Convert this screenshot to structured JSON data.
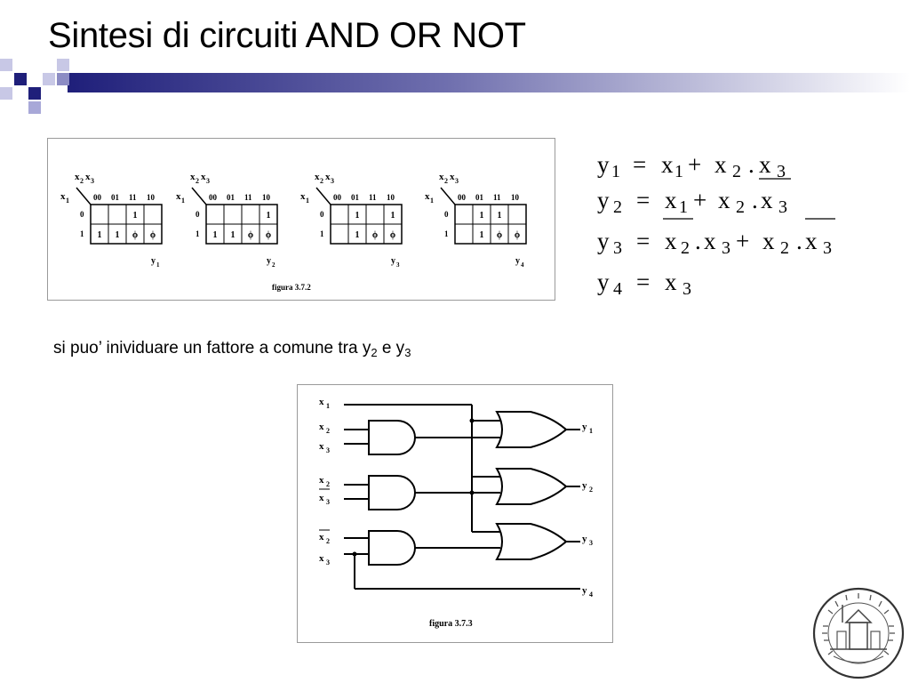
{
  "slide": {
    "title": "Sintesi di circuiti AND OR NOT",
    "sentence": {
      "text": "si puo’ inividuare un fattore a comune tra y",
      "sub1": "2",
      "mid": " e y",
      "sub2": "3"
    }
  },
  "colors": {
    "accent_dark": "#1f1f7a",
    "accent_light": "#a8a8d8",
    "frame_border": "#9a9a9a"
  },
  "kmaps": {
    "caption": "figura 3.7.2",
    "row_var": "x",
    "row_var_sub": "1",
    "col_var_a": "x",
    "col_var_a_sub": "2",
    "col_var_b": "x",
    "col_var_b_sub": "3",
    "col_headers": [
      "00",
      "01",
      "11",
      "10"
    ],
    "row_headers": [
      "0",
      "1"
    ],
    "phi": "ϕ",
    "maps": [
      {
        "out": "y",
        "out_sub": "1",
        "cells": [
          [
            "",
            "",
            "1",
            ""
          ],
          [
            "1",
            "1",
            "ϕ",
            "ϕ"
          ]
        ]
      },
      {
        "out": "y",
        "out_sub": "2",
        "cells": [
          [
            "",
            "",
            "",
            "1"
          ],
          [
            "1",
            "1",
            "ϕ",
            "ϕ"
          ]
        ]
      },
      {
        "out": "y",
        "out_sub": "3",
        "cells": [
          [
            "",
            "1",
            "",
            "1"
          ],
          [
            "",
            "1",
            "ϕ",
            "ϕ"
          ]
        ]
      },
      {
        "out": "y",
        "out_sub": "4",
        "cells": [
          [
            "",
            "1",
            "1",
            ""
          ],
          [
            "",
            "1",
            "ϕ",
            "ϕ"
          ]
        ]
      }
    ]
  },
  "equations": {
    "eq1": {
      "lhs": "y",
      "lhs_sub": "1",
      "eq": "=",
      "t1": "x",
      "t1_sub": "1",
      "plus": "+",
      "t2": "x",
      "t2_sub": "2",
      "dot": ".",
      "t3": "x",
      "t3_sub": "3"
    },
    "eq2": {
      "lhs": "y",
      "lhs_sub": "2",
      "eq": "=",
      "t1": "x",
      "t1_sub": "1",
      "plus": "+",
      "t2": "x",
      "t2_sub": "2",
      "dot": ".",
      "t3": "x",
      "t3_sub": "3"
    },
    "eq3": {
      "lhs": "y",
      "lhs_sub": "3",
      "eq": "=",
      "t1": "x",
      "t1_sub": "2",
      "dot1": ".",
      "t2": "x",
      "t2_sub": "3",
      "plus": "+",
      "t3": "x",
      "t3_sub": "2",
      "dot2": ".",
      "t4": "x",
      "t4_sub": "3"
    },
    "eq4": {
      "lhs": "y",
      "lhs_sub": "4",
      "eq": "=",
      "t1": "x",
      "t1_sub": "3"
    }
  },
  "circuit": {
    "caption": "figura 3.7.3",
    "inputs": [
      {
        "name": "x",
        "sub": "1"
      },
      {
        "name": "x",
        "sub": "2"
      },
      {
        "name": "x",
        "sub": "3"
      },
      {
        "name": "x",
        "sub": "2"
      },
      {
        "name": "x",
        "sub": "3"
      },
      {
        "name": "x",
        "sub": "2"
      },
      {
        "name": "x",
        "sub": "3"
      }
    ],
    "outputs": [
      {
        "name": "y",
        "sub": "1"
      },
      {
        "name": "y",
        "sub": "2"
      },
      {
        "name": "y",
        "sub": "3"
      },
      {
        "name": "y",
        "sub": "4"
      }
    ]
  }
}
